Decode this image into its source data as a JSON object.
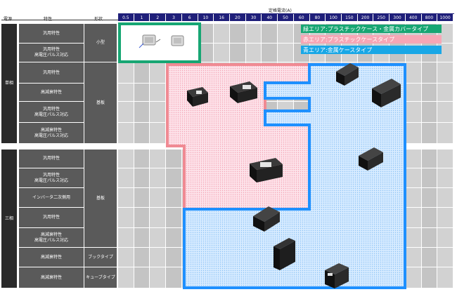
{
  "header": {
    "col_voltage": "電源",
    "col_char": "特性",
    "col_shape": "形状",
    "current_title": "定格電流(A)",
    "currents": [
      "0.5",
      "1",
      "2",
      "3",
      "6",
      "10",
      "16",
      "20",
      "30",
      "40",
      "50",
      "60",
      "80",
      "100",
      "150",
      "200",
      "250",
      "300",
      "400",
      "800",
      "1000"
    ]
  },
  "groups": {
    "single": "単相",
    "three": "三相"
  },
  "rows": {
    "single": [
      {
        "char": "汎用特性",
        "shape": "小型"
      },
      {
        "char": "汎用特性\n高電圧パルス対応",
        "shape": ""
      },
      {
        "char": "汎用特性",
        "shape": ""
      },
      {
        "char": "高減衰特性",
        "shape": "基板"
      },
      {
        "char": "汎用特性\n高電圧パルス対応",
        "shape": ""
      },
      {
        "char": "高減衰特性\n高電圧パルス対応",
        "shape": ""
      }
    ],
    "three": [
      {
        "char": "汎用特性",
        "shape": ""
      },
      {
        "char": "汎用特性\n高電圧パルス対応",
        "shape": ""
      },
      {
        "char": "インバータ二次側用",
        "shape": "基板"
      },
      {
        "char": "汎用特性",
        "shape": ""
      },
      {
        "char": "高減衰特性\n高電圧パルス対応",
        "shape": ""
      },
      {
        "char": "高減衰特性",
        "shape": "ブックタイプ"
      },
      {
        "char": "高減衰特性",
        "shape": "キューブタイプ"
      }
    ]
  },
  "legend": {
    "green": "緑エリア:プラスチックケース・金属カバータイプ",
    "red": "赤エリア:プラスチックケースタイプ",
    "blue": "青エリア:金属ケースタイプ"
  },
  "colors": {
    "green": "#17a673",
    "red": "#f08a93",
    "blue": "#1e90ff",
    "navy": "#1f1f7a",
    "label_dark": "#555555",
    "grid_gray": "#cccccc"
  }
}
